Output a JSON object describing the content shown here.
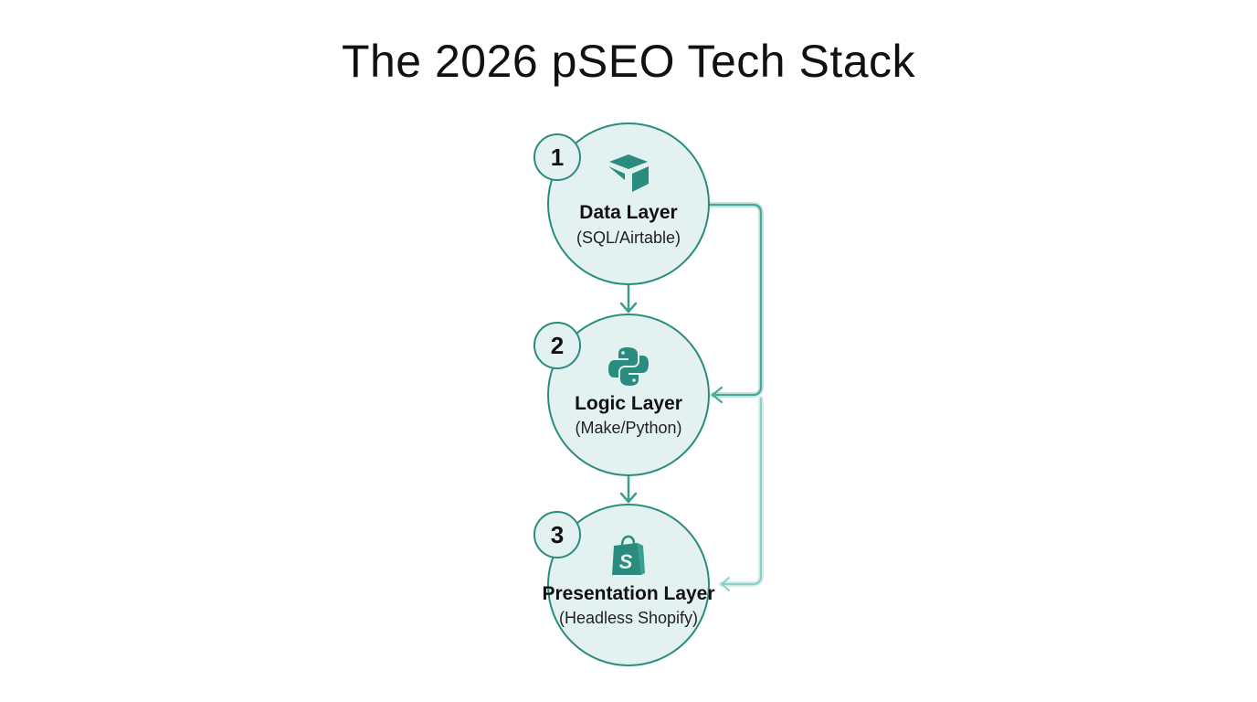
{
  "title": "The 2026 pSEO Tech Stack",
  "colors": {
    "accent": "#2a8c7e",
    "node_fill": "#e3f2f0",
    "connector": "#5fb8aa"
  },
  "layers": [
    {
      "number": "1",
      "name": "Data Layer",
      "tools": "(SQL/Airtable)",
      "icon": "airtable-icon"
    },
    {
      "number": "2",
      "name": "Logic Layer",
      "tools": "(Make/Python)",
      "icon": "python-icon"
    },
    {
      "number": "3",
      "name": "Presentation Layer",
      "tools": "(Headless Shopify)",
      "icon": "shopify-icon"
    }
  ],
  "connections": [
    {
      "from": "1",
      "to": "2",
      "type": "direct"
    },
    {
      "from": "2",
      "to": "3",
      "type": "direct"
    },
    {
      "from": "1",
      "to": "2",
      "type": "side-loop"
    },
    {
      "from": "2",
      "to": "3",
      "type": "side-loop"
    }
  ]
}
